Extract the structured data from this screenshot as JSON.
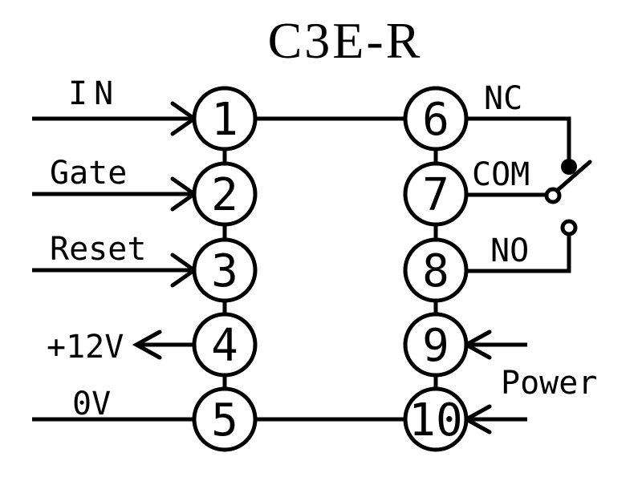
{
  "title": "C3E-R",
  "colors": {
    "ink": "#000000",
    "background": "#ffffff"
  },
  "diagram": {
    "left_pins": [
      {
        "number": "1",
        "label": "IN",
        "connection": "arrow-into-pin"
      },
      {
        "number": "2",
        "label": "Gate",
        "connection": "arrow-into-pin"
      },
      {
        "number": "3",
        "label": "Reset",
        "connection": "arrow-into-pin"
      },
      {
        "number": "4",
        "label": "+12V",
        "connection": "arrow-out-of-pin"
      },
      {
        "number": "5",
        "label": "0V",
        "connection": "plain-line"
      }
    ],
    "right_pins": [
      {
        "number": "6",
        "label": "NC",
        "connection": "relay-normally-closed-contact"
      },
      {
        "number": "7",
        "label": "COM",
        "connection": "relay-common-contact"
      },
      {
        "number": "8",
        "label": "NO",
        "connection": "relay-normally-open-contact"
      },
      {
        "number": "9",
        "label": "",
        "connection": "power-arrow-into-pin"
      },
      {
        "number": "10",
        "label": "",
        "connection": "power-arrow-into-pin"
      }
    ],
    "power_label": "Power",
    "internal_links": [
      "pin1-pin6",
      "pin5-pin10"
    ]
  }
}
